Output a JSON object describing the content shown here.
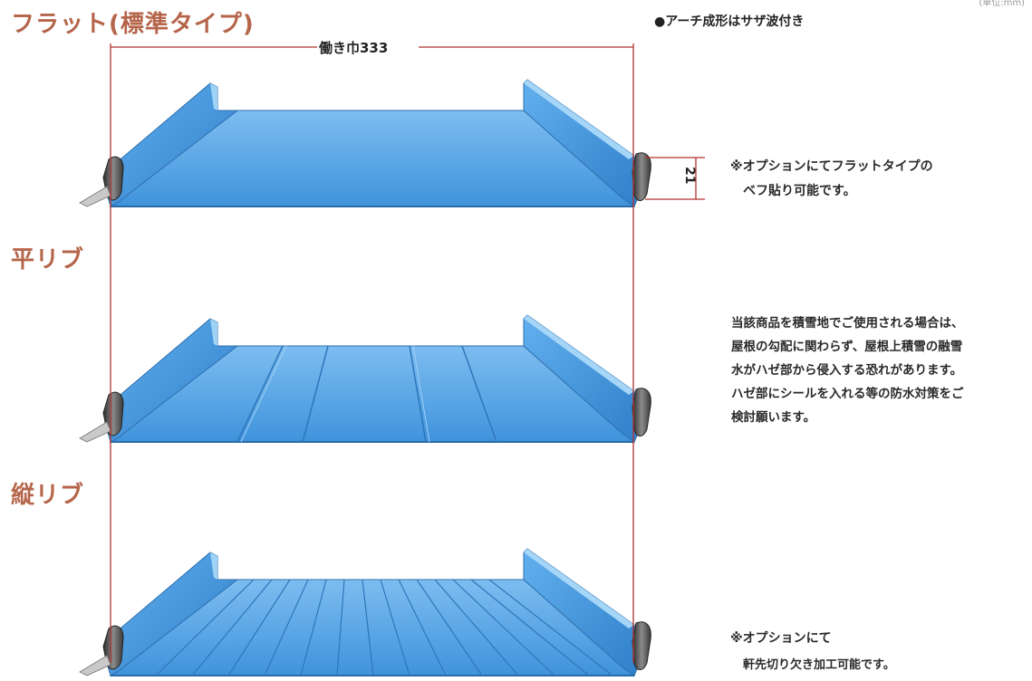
{
  "labels": {
    "flat": "フラット(標準タイプ)",
    "hira": "平リブ",
    "tate": "縦リブ"
  },
  "unit": "(単位:mm)",
  "notes": {
    "arch": "●アーチ成形はサザ波付き",
    "flat_option": [
      "※オプションにてフラットタイプの",
      "ベフ貼り可能です。"
    ],
    "snow_warning": [
      "当該商品を積雪地でご使用される場合は、",
      "屋根の勾配に関わらず、屋根上積雪の融雪",
      "水がハゼ部から侵入する恐れがあります。",
      "ハゼ部にシールを入れる等の防水対策をご",
      "検討願います。"
    ],
    "tate_option": [
      "※オプションにて",
      "軒先切り欠き加工可能です。"
    ]
  },
  "dimensions": {
    "width": "働き巾333",
    "height": "21"
  },
  "colors": {
    "panel_top": "#5aa9e6",
    "panel_face": "#3b8fd6",
    "panel_light": "#8cc7f0",
    "seam": "#4e4e4e",
    "dim_line": "#b0332b",
    "label": "#b5654a"
  }
}
